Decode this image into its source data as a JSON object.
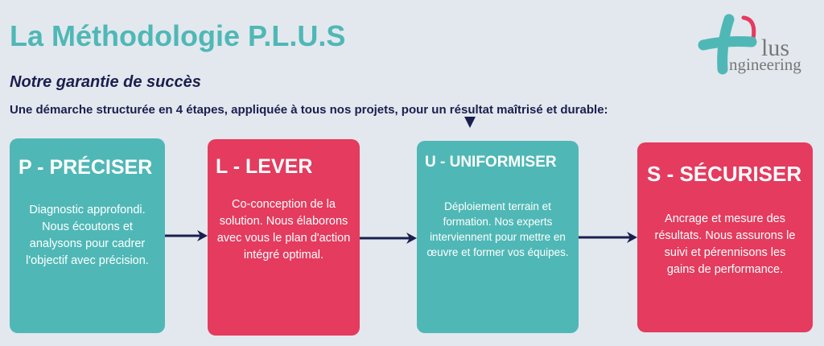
{
  "title": "La Méthodologie P.L.U.S",
  "subtitle": "Notre garantie de succès",
  "intro": "Une démarche structurée en 4 étapes, appliquée à tous nos projets, pour un résultat maîtrisé et durable:",
  "logo": {
    "text_main": "lus",
    "text_sub": "ngineering"
  },
  "steps": [
    {
      "title": "P - PRÉCISER",
      "text": "Diagnostic approfondi. Nous écoutons et analysons pour cadrer l'objectif avec précision.",
      "color": "#4fb8b6"
    },
    {
      "title": "L - LEVER",
      "text": "Co-conception de la solution. Nous élaborons avec vous le plan d'action intégré optimal.",
      "color": "#e43b5e"
    },
    {
      "title": "U - UNIFORMISER",
      "text": "Déploiement terrain et formation. Nos experts interviennent pour mettre en œuvre et former vos équipes.",
      "color": "#4fb8b6"
    },
    {
      "title": "S - SÉCURISER",
      "text": "Ancrage et mesure des résultats. Nous assurons le suivi et pérennisons les gains de performance.",
      "color": "#e43b5e"
    }
  ]
}
